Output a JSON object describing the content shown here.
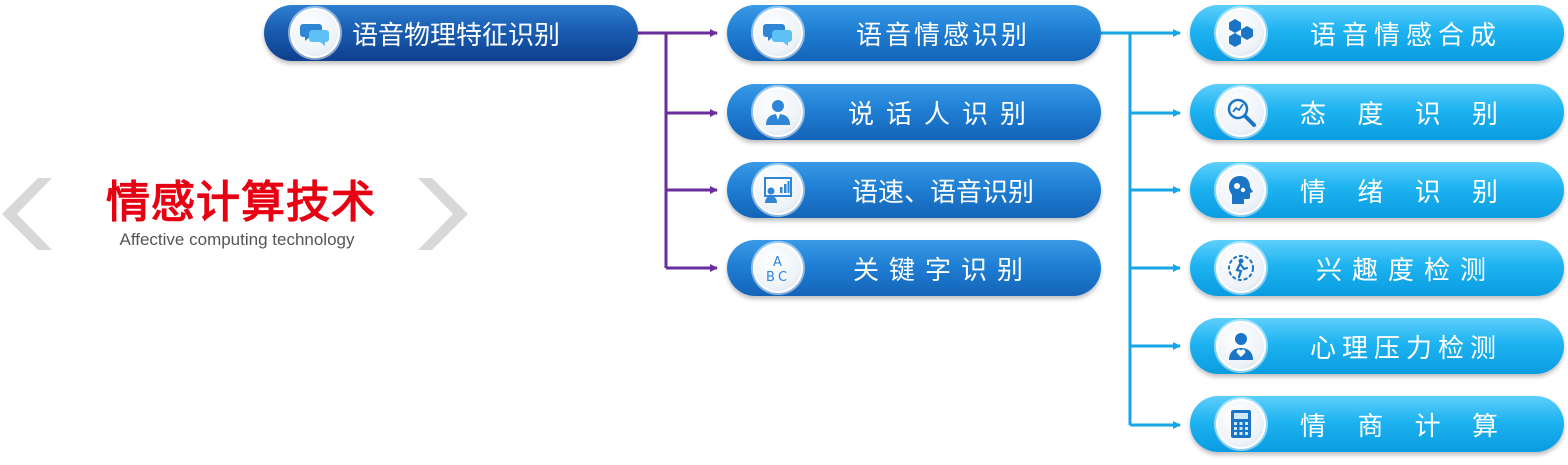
{
  "center": {
    "title": "情感计算技术",
    "subtitle": "Affective computing technology"
  },
  "root": {
    "label": "语音物理特征识别",
    "icon": "speech-bubbles-icon"
  },
  "level2": [
    {
      "label": "语音情感识别",
      "icon": "speech-bubbles-icon"
    },
    {
      "label": "说话人识别",
      "icon": "person-icon"
    },
    {
      "label": "语速、语音识别",
      "icon": "presentation-board-icon"
    },
    {
      "label": "关键字识别",
      "icon": "abc-letters-icon"
    }
  ],
  "level3": [
    {
      "label": "语音情感合成",
      "icon": "hexagons-icon"
    },
    {
      "label": "态度识别",
      "icon": "magnifier-chart-icon"
    },
    {
      "label": "情绪识别",
      "icon": "head-gears-icon"
    },
    {
      "label": "兴趣度检测",
      "icon": "runner-gear-icon"
    },
    {
      "label": "心理压力检测",
      "icon": "person-heart-icon"
    },
    {
      "label": "情商计算",
      "icon": "calculator-icon"
    }
  ],
  "colors": {
    "title_red": "#e60012",
    "purple_connector": "#6a2e9c",
    "blue_connector": "#16a6e8",
    "dark_pill": "#1b60b4",
    "light_pill": "#1eb3f1"
  }
}
